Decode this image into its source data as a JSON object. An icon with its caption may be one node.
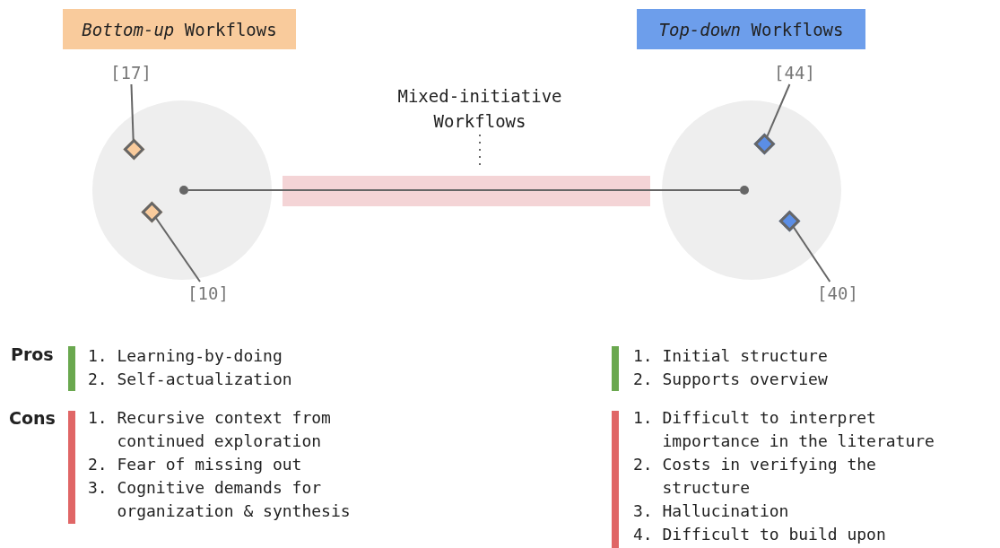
{
  "diagram": {
    "nodes": [
      {
        "text": [
          "*Bottom-up* Workflows"
        ]
      },
      {
        "text": [
          "*Top-down* Workflows"
        ]
      },
      {
        "text": [
          "[17]"
        ]
      },
      {
        "text": [
          "[44]"
        ]
      },
      {
        "text": [
          "Mixed-initiative Workflows"
        ]
      },
      {
        "text": [],
        "shape": "circle"
      },
      {
        "text": [],
        "shape": "diamond",
        "in": 5
      },
      {
        "text": [],
        "shape": "circle",
        "in": 5
      },
      {
        "text": [],
        "shape": "diamond",
        "in": 5
      },
      {
        "text": [],
        "shape": "circle"
      },
      {
        "text": [],
        "shape": "diamond",
        "in": 9
      },
      {
        "text": [],
        "shape": "circle",
        "in": 9
      },
      {
        "text": [],
        "shape": "diamond",
        "in": 9
      },
      {
        "text": [
          "[10]"
        ]
      },
      {
        "text": [
          "[40]"
        ]
      }
    ],
    "edges": [
      {
        "from": 2,
        "to": 6,
        "arrow": "none"
      },
      {
        "from": 3,
        "to": 10,
        "arrow": "none"
      },
      {
        "from": 4,
        "to": null,
        "arrow": "none",
        "style": "dashed"
      },
      {
        "from": 7,
        "to": 11,
        "arrow": "none"
      },
      {
        "from": 13,
        "to": 8,
        "arrow": "none"
      },
      {
        "from": 14,
        "to": 12,
        "arrow": "none"
      }
    ],
    "labels": [
      "Pros",
      "1. Learning-by-doing",
      "2. Self-actualization",
      "1. Initial structure",
      "2. Supports overview",
      "Cons",
      "1. Recursive context from continued exploration",
      "2. Fear of missing out",
      "3. Cognitive demands for organization & synthesis",
      "1. Difficult to interpret importance in the literature",
      "2. Costs in verifying the structure",
      "3. Hallucination",
      "4. Difficult to build upon"
    ]
  }
}
